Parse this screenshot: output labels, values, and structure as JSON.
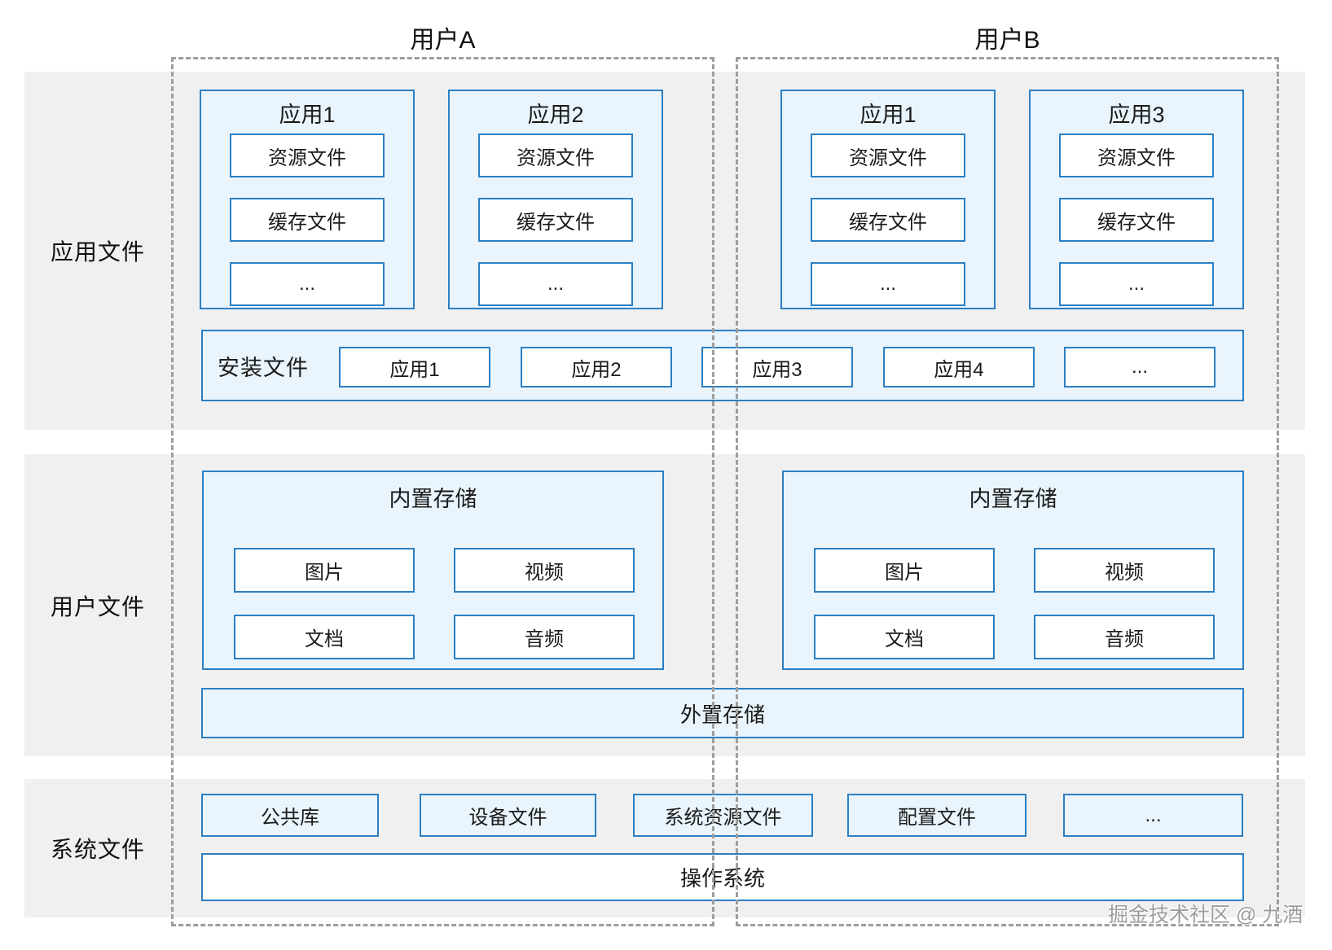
{
  "headers": {
    "user_a": "用户A",
    "user_b": "用户B"
  },
  "sections": {
    "app_files": {
      "label": "应用文件"
    },
    "user_files": {
      "label": "用户文件"
    },
    "system_files": {
      "label": "系统文件"
    }
  },
  "app_boxes": [
    {
      "title": "应用1",
      "items": [
        "资源文件",
        "缓存文件",
        "..."
      ]
    },
    {
      "title": "应用2",
      "items": [
        "资源文件",
        "缓存文件",
        "..."
      ]
    },
    {
      "title": "应用1",
      "items": [
        "资源文件",
        "缓存文件",
        "..."
      ]
    },
    {
      "title": "应用3",
      "items": [
        "资源文件",
        "缓存文件",
        "..."
      ]
    }
  ],
  "install_row": {
    "label": "安装文件",
    "items": [
      "应用1",
      "应用2",
      "应用3",
      "应用4",
      "..."
    ]
  },
  "storage_boxes": [
    {
      "title": "内置存储",
      "items": [
        "图片",
        "视频",
        "文档",
        "音频"
      ]
    },
    {
      "title": "内置存储",
      "items": [
        "图片",
        "视频",
        "文档",
        "音频"
      ]
    }
  ],
  "external_storage_bar": "外置存储",
  "system_row": [
    "公共库",
    "设备文件",
    "系统资源文件",
    "配置文件",
    "..."
  ],
  "os_bar": "操作系统",
  "watermark": "掘金技术社区 @ 九酒",
  "colors": {
    "border_blue": "#2b7fc3",
    "box_fill_light_blue": "#e9f4fc",
    "inner_box_white": "#ffffff",
    "section_band_gray": "#f0f0f0",
    "dashed_border_gray": "#9e9e9e",
    "text_black": "#1a1a1a",
    "watermark_gray": "#9d9d9d"
  }
}
